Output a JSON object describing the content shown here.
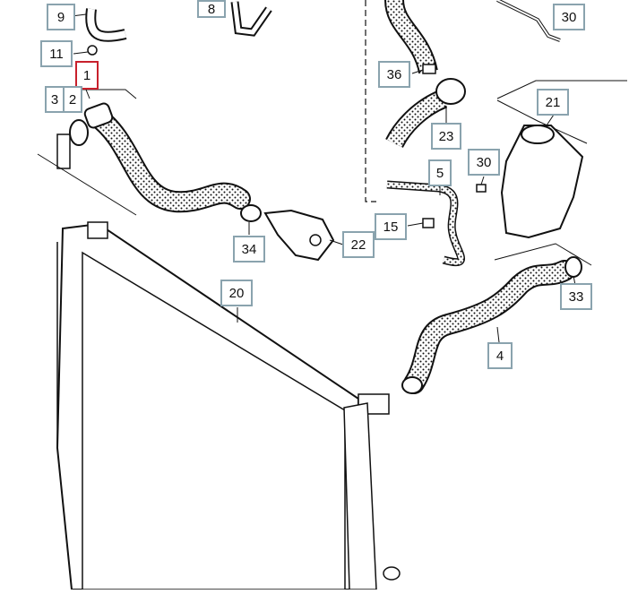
{
  "diagram": {
    "accent_color": "#8aa3ae",
    "selected_color": "#c8202c",
    "selected_callout": "1",
    "callouts": {
      "c9": "9",
      "c8": "8",
      "c30a": "30",
      "c11": "11",
      "c1": "1",
      "c36": "36",
      "c3": "3",
      "c2": "2",
      "c21": "21",
      "c23": "23",
      "c30b": "30",
      "c5": "5",
      "c15": "15",
      "c22": "22",
      "c34": "34",
      "c33": "33",
      "c20": "20",
      "c4": "4"
    }
  }
}
